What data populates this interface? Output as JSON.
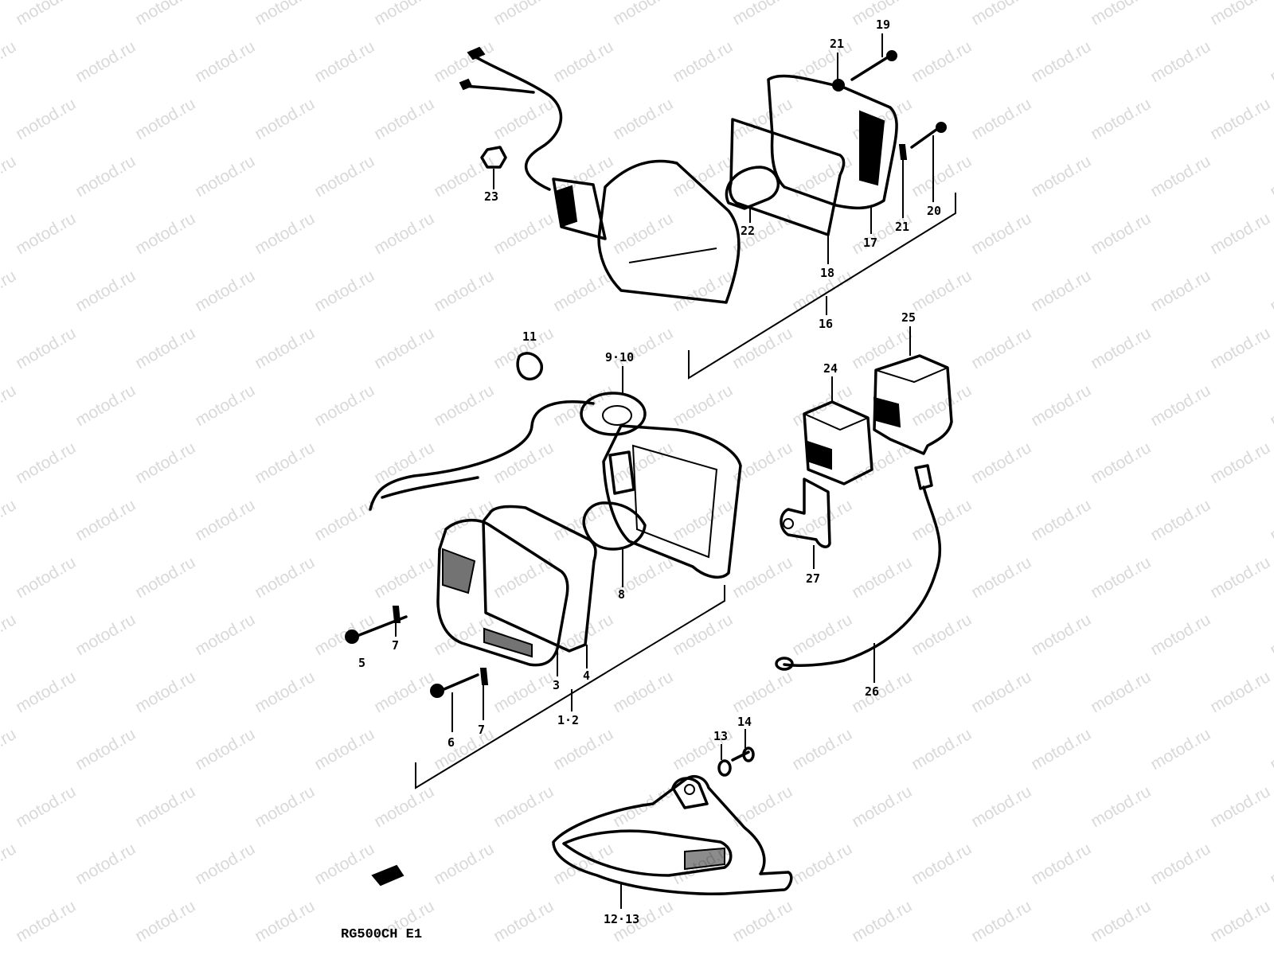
{
  "watermark": "motod.ru",
  "model_code": "RG500CH E1",
  "callouts": {
    "c1_2": "1·2",
    "c3": "3",
    "c5": "5",
    "c6": "6",
    "c7a": "7",
    "c7b": "7",
    "c8": "8",
    "c9_10": "9·10",
    "c11": "11",
    "c12_13": "12·13",
    "c13": "13",
    "c14": "14",
    "c16": "16",
    "c17": "17",
    "c18": "18",
    "c19": "19",
    "c20": "20",
    "c21a": "21",
    "c21b": "21",
    "c22": "22",
    "c23": "23",
    "c24": "24",
    "c25": "25",
    "c26": "26",
    "c27": "27",
    "c4": "4"
  }
}
